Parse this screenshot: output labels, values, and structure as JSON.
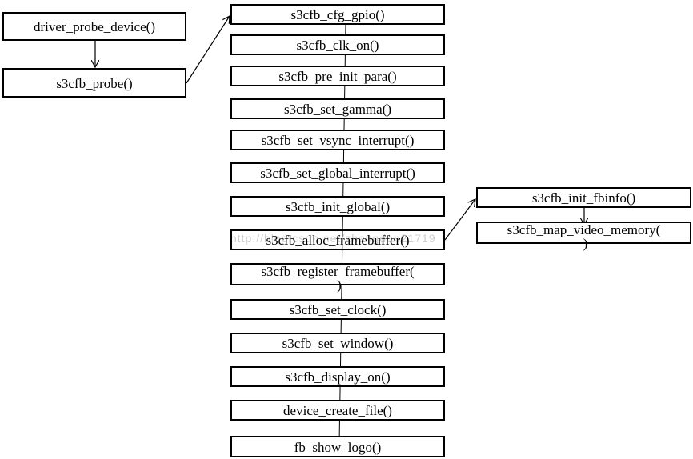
{
  "diagram": {
    "root": "driver_probe_device()",
    "probe": "s3cfb_probe()",
    "steps": [
      "s3cfb_cfg_gpio()",
      "s3cfb_clk_on()",
      "s3cfb_pre_init_para()",
      "s3cfb_set_gamma()",
      "s3cfb_set_vsync_interrupt()",
      "s3cfb_set_global_interrupt()",
      "s3cfb_init_global()",
      "s3cfb_alloc_framebuffer()",
      "s3cfb_register_framebuffer(",
      "s3cfb_set_clock()",
      "s3cfb_set_window()",
      "s3cfb_display_on()",
      "device_create_file()",
      "fb_show_logo()"
    ],
    "register_cont": ")",
    "alloc_sub": {
      "first": "s3cfb_init_fbinfo()",
      "second": "s3cfb_map_video_memory(",
      "second_cont": ")"
    },
    "watermark": "http://blog.csdn.net/zhangdon21719"
  }
}
